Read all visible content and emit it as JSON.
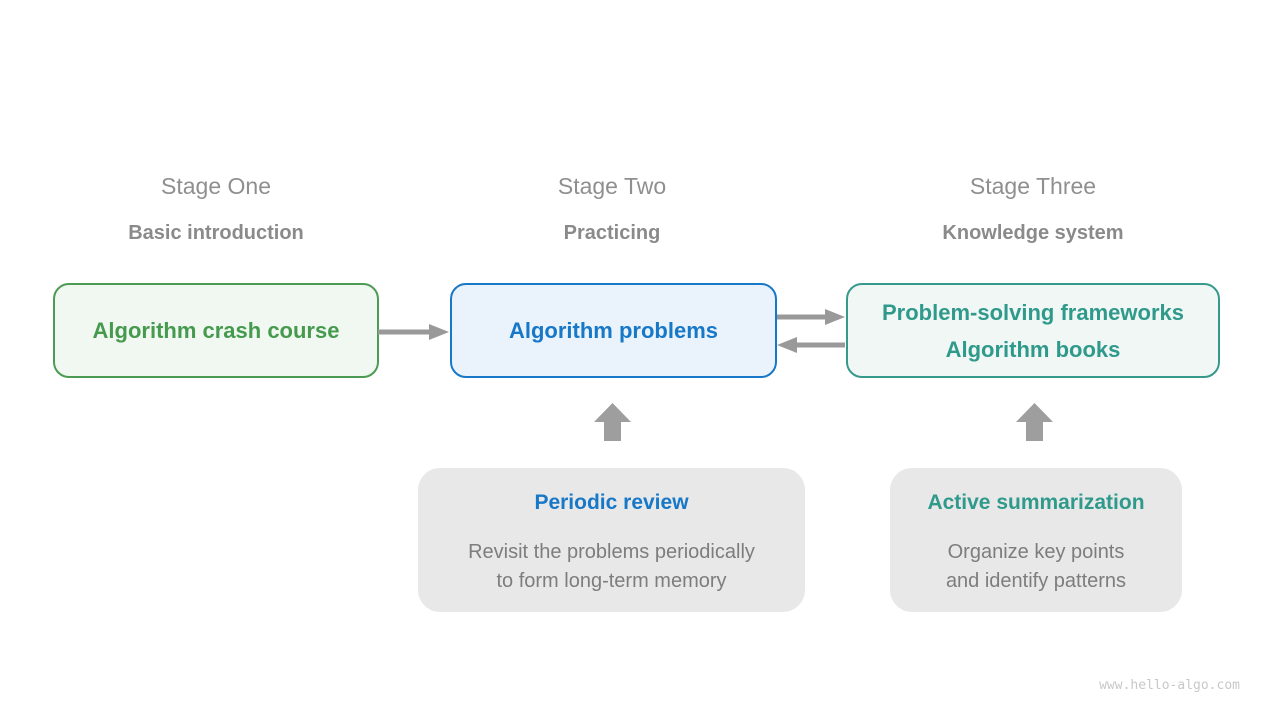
{
  "stages": [
    {
      "title": "Stage One",
      "subtitle": "Basic introduction",
      "box_lines": [
        "Algorithm crash course"
      ]
    },
    {
      "title": "Stage Two",
      "subtitle": "Practicing",
      "box_lines": [
        "Algorithm problems"
      ]
    },
    {
      "title": "Stage Three",
      "subtitle": "Knowledge system",
      "box_lines": [
        "Problem-solving frameworks",
        "Algorithm books"
      ]
    }
  ],
  "notes": [
    {
      "title": "Periodic review",
      "lines": [
        "Revisit the problems periodically",
        "to form long-term memory"
      ]
    },
    {
      "title": "Active summarization",
      "lines": [
        "Organize key points",
        "and identify patterns"
      ]
    }
  ],
  "arrows": {
    "stage1_to_stage2": "arrow-right",
    "stage2_to_stage3": "arrow-right",
    "stage3_to_stage2": "arrow-left",
    "note1_to_stage2": "arrow-up",
    "note2_to_stage3": "arrow-up"
  },
  "colors": {
    "green_accent": "#459a4e",
    "blue_accent": "#1878c8",
    "teal_accent": "#2f9a8b",
    "heading_gray": "#8f8f8f",
    "note_bg": "#e8e8e8",
    "note_text": "#7d7d7d",
    "arrow_gray": "#999999",
    "watermark_gray": "#c8c8c8"
  },
  "watermark": "www.hello-algo.com"
}
